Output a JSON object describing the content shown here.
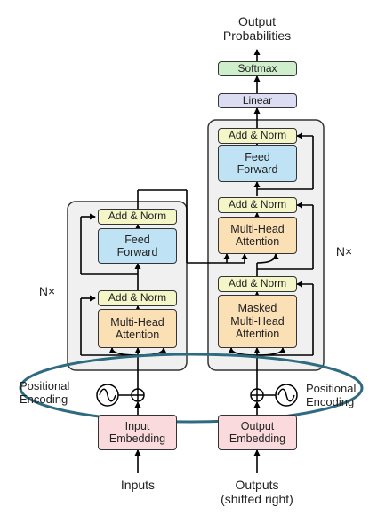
{
  "output": {
    "title": "Output\nProbabilities",
    "softmax": "Softmax",
    "linear": "Linear"
  },
  "encoder": {
    "repeat": "N×",
    "add_norm_top": "Add & Norm",
    "feed_forward": "Feed\nForward",
    "add_norm_bottom": "Add & Norm",
    "attention": "Multi-Head\nAttention",
    "positional_encoding": "Positional\nEncoding",
    "embedding": "Input\nEmbedding",
    "inputs": "Inputs"
  },
  "decoder": {
    "repeat": "N×",
    "add_norm_top": "Add & Norm",
    "feed_forward": "Feed\nForward",
    "add_norm_mid": "Add & Norm",
    "attention": "Multi-Head\nAttention",
    "add_norm_bottom": "Add & Norm",
    "masked_attention": "Masked\nMulti-Head\nAttention",
    "positional_encoding": "Positional\nEncoding",
    "embedding": "Output\nEmbedding",
    "outputs": "Outputs\n(shifted right)"
  },
  "colors": {
    "add_norm": "#f4f6c8",
    "feed_forward": "#bfe3f4",
    "attention": "#fbdfb5",
    "linear": "#dcdcf2",
    "softmax": "#cfeecb",
    "embedding": "#fadadd",
    "stack_panel": "#f0f0f0",
    "highlight_ellipse": "#2e6b80"
  },
  "icons": {
    "add": "circled-plus-icon",
    "positional": "sine-wave-icon"
  }
}
